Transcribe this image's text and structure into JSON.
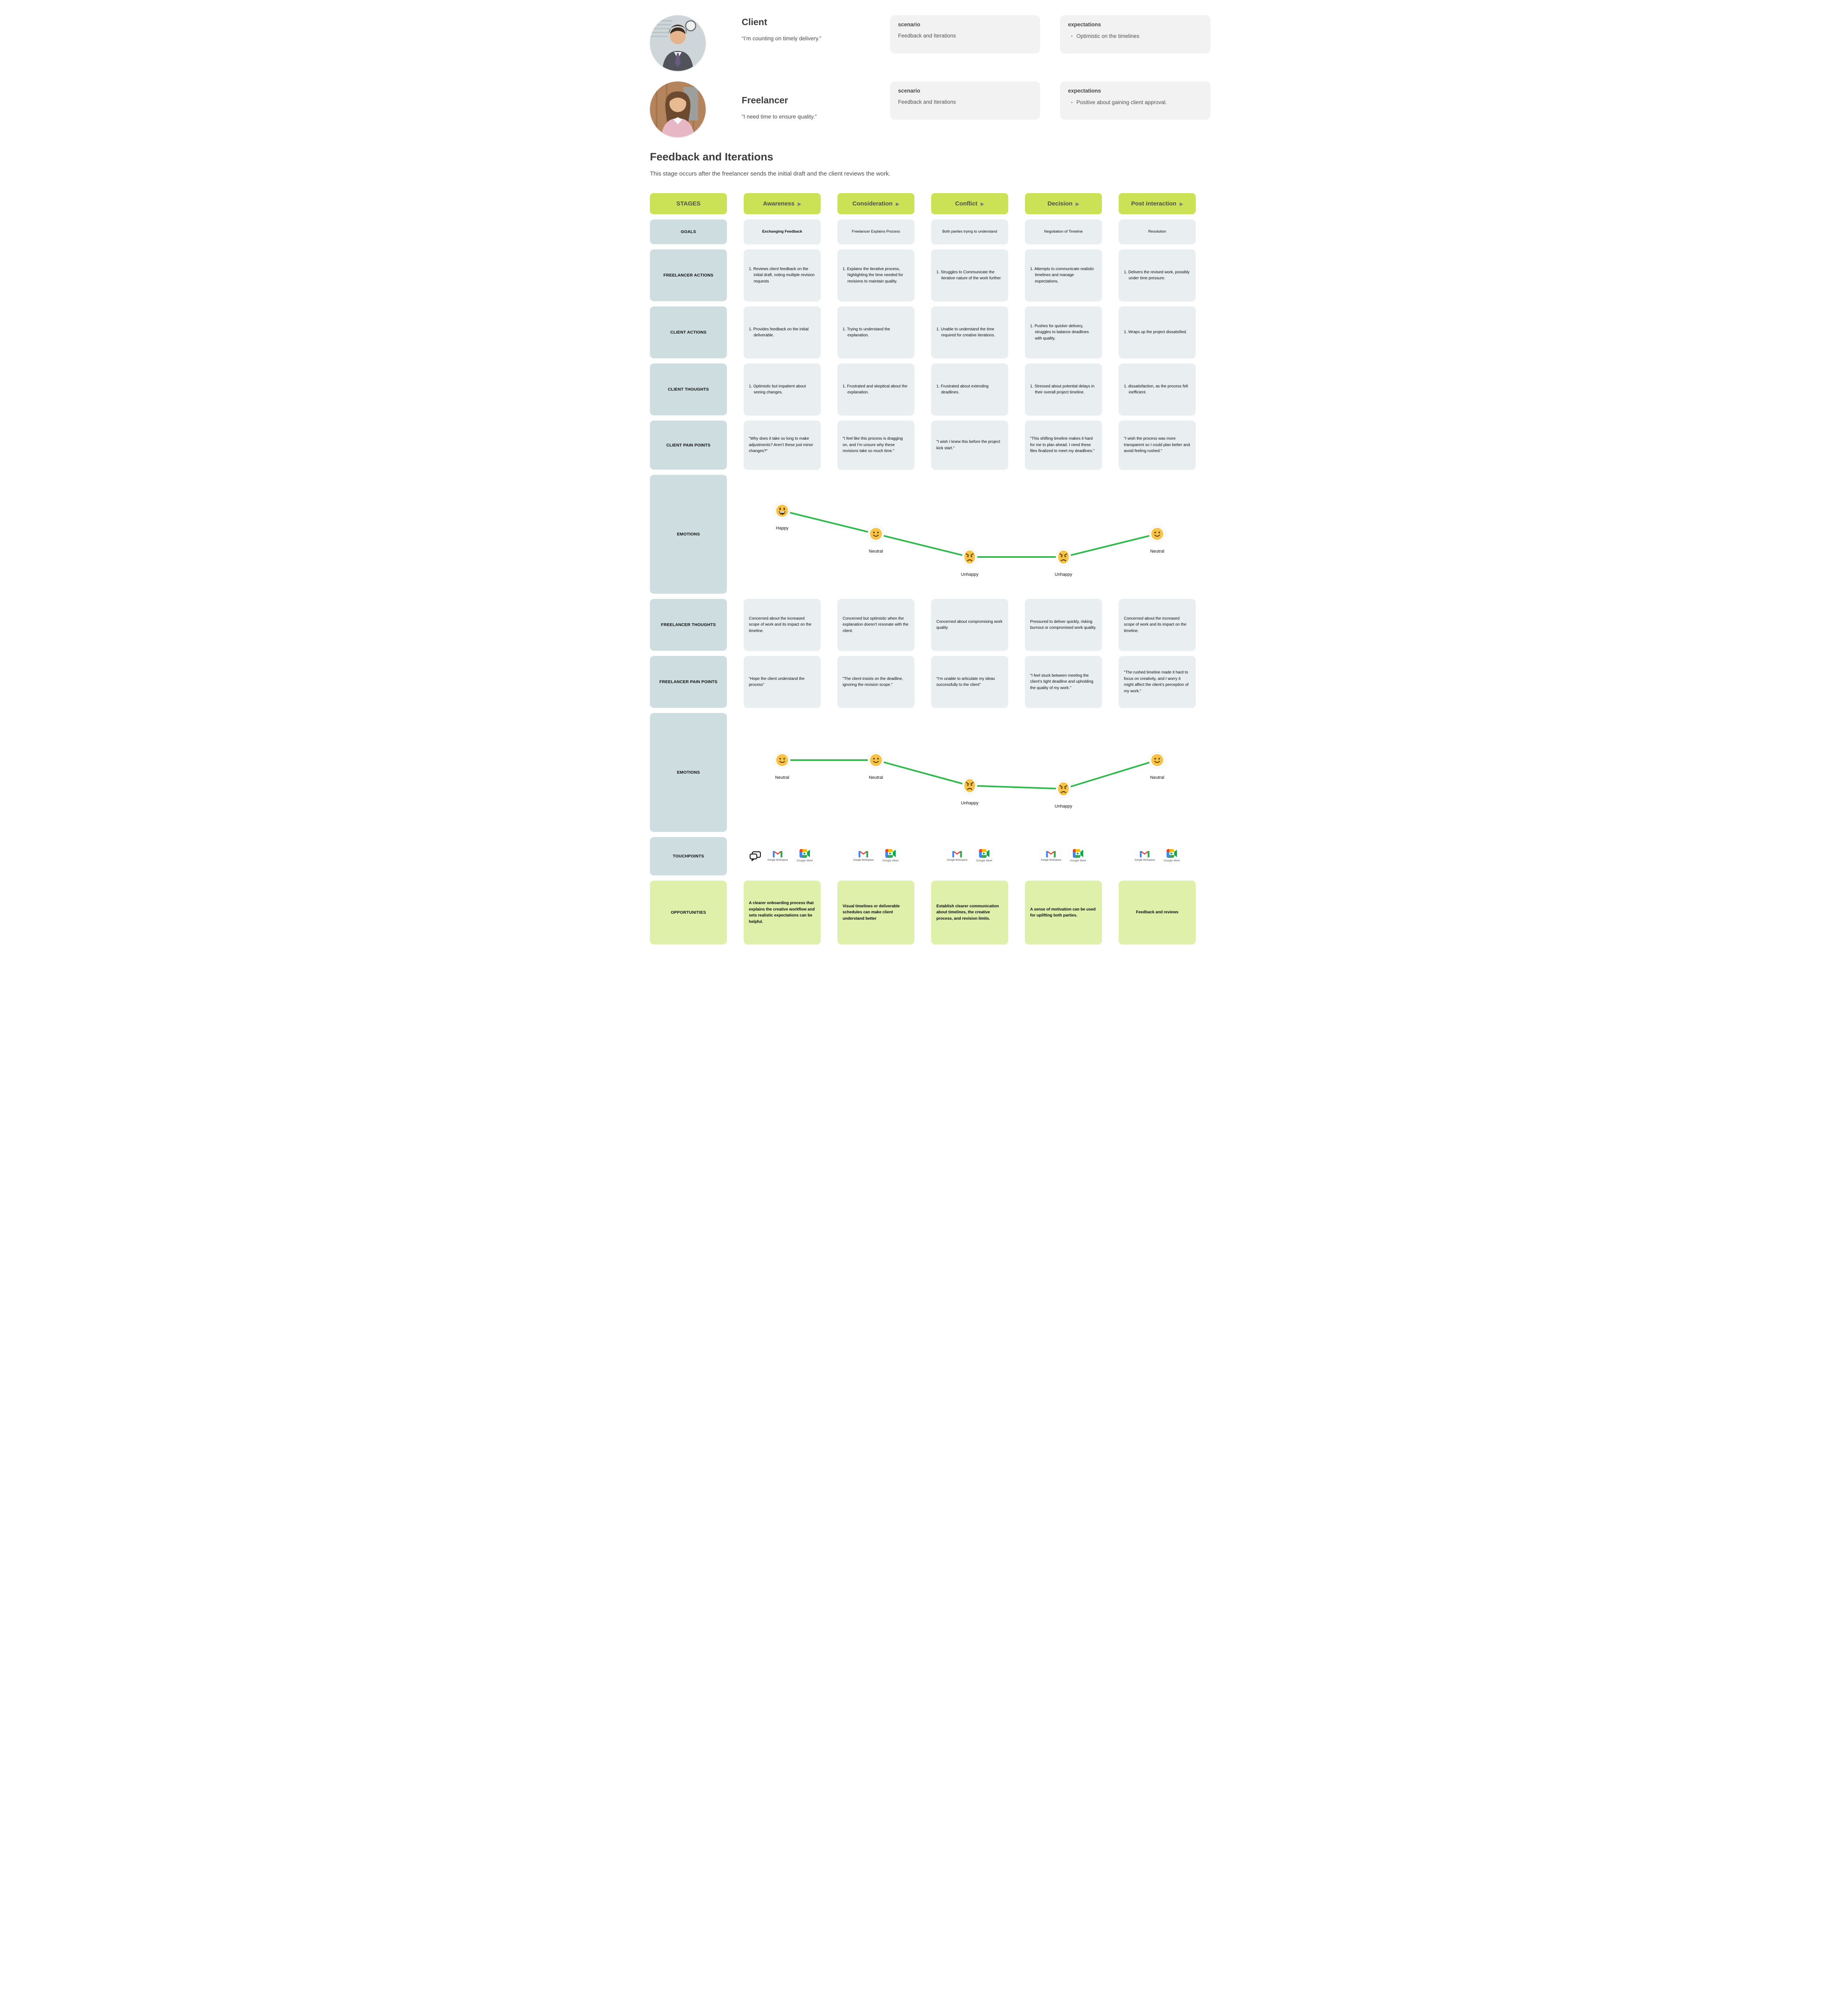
{
  "ui": {
    "bullet": "•",
    "arrow": "▶"
  },
  "personas": [
    {
      "name": "Client",
      "quote": "“I’m counting on timely delivery.”",
      "scenario_label": "scenario",
      "scenario": "Feedback and Iterations",
      "expectations_label": "expectations",
      "expectations": [
        "Optimistic on the timelines"
      ]
    },
    {
      "name": "Freelancer",
      "quote": "”I need time to ensure quality.”",
      "scenario_label": "scenario",
      "scenario": "Feedback and Iterations",
      "expectations_label": "expectations",
      "expectations": [
        "Positive about gaining client approval."
      ]
    }
  ],
  "page": {
    "title": "Feedback and Iterations",
    "subtitle": "This stage occurs after the freelancer sends the initial draft and the client reviews the work."
  },
  "journey": {
    "stages_label": "STAGES",
    "stages": [
      {
        "label": "Awareness"
      },
      {
        "label": "Consideration"
      },
      {
        "label": "Conflict"
      },
      {
        "label": "Decision"
      },
      {
        "label": "Post interaction"
      }
    ],
    "goals": {
      "label": "GOALS",
      "cells": [
        "Exchanging Feedback",
        "Freelancer Explains Process",
        "Both parties trying to understand",
        "Negotiation of Timeline",
        "Resolution"
      ]
    },
    "freelancer_actions": {
      "label": "FREELANCER ACTIONS",
      "cells": [
        "1. Reviews client feedback on the initial draft, noting multiple revision requests",
        "1. Explains the iterative process, highlighting the time needed for revisions to maintain quality.",
        "1. Struggles to Communicate the iterative nature of the work further",
        "1. Attempts to communicate realistic timelines and manage expectations.",
        "1. Delivers the revised work, possibly under time pressure."
      ]
    },
    "client_actions": {
      "label": "CLIENT ACTIONS",
      "cells": [
        "1. Provides feedback on the initial deliverable.",
        "1. Trying to understand the explanation.",
        "1. Unable to understand the time required for creative iterations.",
        "1. Pushes for quicker delivery, struggles to balance deadlines with quality.",
        "1. Wraps up the project dissatisfied."
      ]
    },
    "client_thoughts": {
      "label": "CLIENT THOUGHTS",
      "cells": [
        "1. Optimistic but impatient about seeing changes.",
        "1. Frustrated and skeptical about the explanation.",
        "1. Frustrated about extending deadlines.",
        "1. Stressed about potential delays in their overall project timeline.",
        "1.  dissatisfaction, as the process felt inefficient."
      ]
    },
    "client_pain_points": {
      "label": "CLIENT PAIN POINTS",
      "cells": [
        "\"Why does it take so long to make adjustments? Aren’t these just minor changes?\"",
        "\"I feel like this process is dragging on, and I’m unsure why these revisions take so much time.\"",
        "\"I wish I knew this before the project kick start.\"",
        "\"This shifting timeline makes it hard for me to plan ahead. I need these files finalized to meet my deadlines.\"",
        "\"I wish the process was more transparent so I could plan better and avoid feeling rushed.\""
      ]
    },
    "emotions_client": {
      "label": "EMOTIONS",
      "points": [
        {
          "mood": "happy",
          "label": "Happy"
        },
        {
          "mood": "neutral",
          "label": "Neutral"
        },
        {
          "mood": "unhappy",
          "label": "Unhappy"
        },
        {
          "mood": "unhappy",
          "label": "Unhappy"
        },
        {
          "mood": "neutral",
          "label": "Neutral"
        }
      ]
    },
    "freelancer_thoughts": {
      "label": "FREELANCER THOUGHTS",
      "cells": [
        "Concerned about the increased scope of work and its impact on the timeline.",
        "Concerned but optimistic when the explanation doesn’t resonate with the client.",
        "Concerned about compromising work quality",
        "Pressured to deliver quickly, risking burnout or compromised work quality.",
        "Concerned about the increased scope of work and its impact on the timeline."
      ]
    },
    "freelancer_pain_points": {
      "label": "FREELANCER PAIN POINTS",
      "cells": [
        "“Hope the client understand the process”",
        "\"The client insists on the deadline, ignoring the revision scope.\"",
        "“I’m unable to articulate my ideas successfully to the client”",
        "\"I feel stuck between meeting the client’s tight deadline and upholding the quality of my work.\"",
        "\"The rushed timeline made it hard to focus on creativity, and I worry it might affect the client’s perception of my work.\""
      ]
    },
    "emotions_freelancer": {
      "label": "EMOTIONS",
      "points": [
        {
          "mood": "neutral",
          "label": "Neutral"
        },
        {
          "mood": "neutral",
          "label": "Neutral"
        },
        {
          "mood": "unhappy",
          "label": "Unhappy"
        },
        {
          "mood": "unhappy",
          "label": "Unhappy"
        },
        {
          "mood": "neutral",
          "label": "Neutral"
        }
      ]
    },
    "touchpoints": {
      "label": "TOUCHPOINTS",
      "workspace_caption": "Google Workspace",
      "meet_caption": "Google Meet"
    },
    "opportunities": {
      "label": "OPPORTUNITIES",
      "cells": [
        "A clearer onboarding process that explains the creative workflow and sets realistic expectations can be helpful.",
        "Visual timelines or deliverable schedules can make client understand better",
        "Establish clearer communication about timelines, the creative process, and revision limits.",
        "A sense of motivation can be used for uplifting both parties.",
        "Feedback and reviews"
      ]
    }
  },
  "colors": {
    "stage_chip": "#cbe156",
    "row_header": "#cedddf",
    "cell": "#e9eff1",
    "opportunity": "#dff0ab",
    "emotion_line": "#2fb84b",
    "emoji": "#f7c348"
  }
}
